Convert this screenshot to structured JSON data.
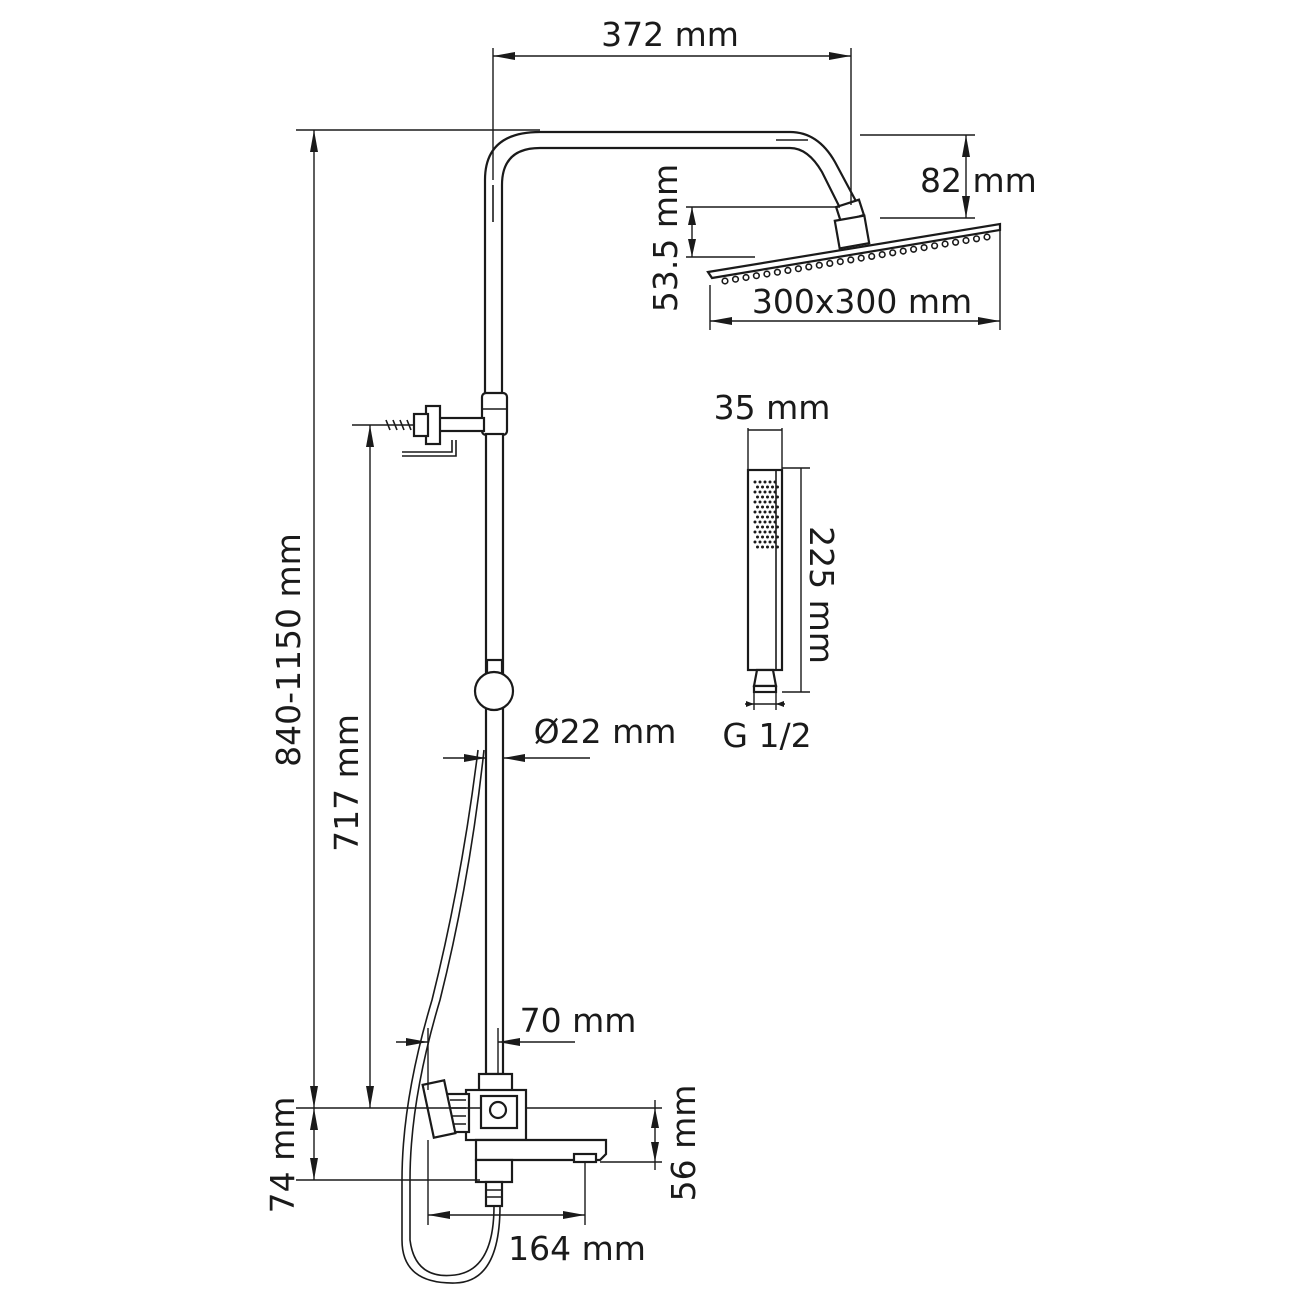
{
  "dimensions": {
    "arm_reach": "372 mm",
    "head_drop": "82 mm",
    "head_height": "53.5 mm",
    "head_size": "300x300 mm",
    "hand_width": "35 mm",
    "hand_length": "225 mm",
    "thread": "G 1/2",
    "tube_diameter": "Ø22 mm",
    "total_height": "840-1150 mm",
    "bracket_height": "717 mm",
    "mixer_depth": "70 mm",
    "mixer_height": "74 mm",
    "spout_height": "56 mm",
    "spout_length": "164 mm"
  },
  "colors": {
    "line": "#1a1a1a",
    "background": "#ffffff"
  }
}
